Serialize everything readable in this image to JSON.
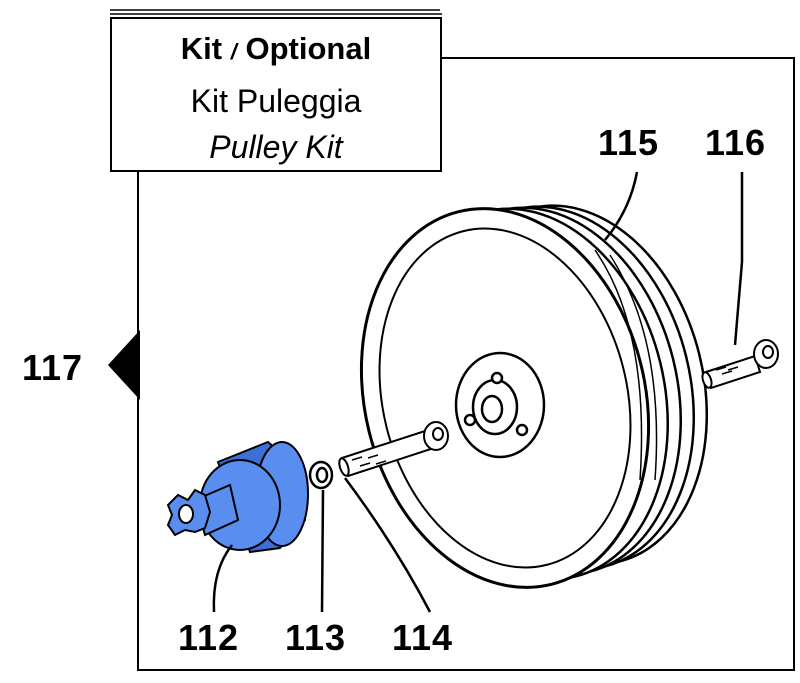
{
  "title": {
    "kit": "Kit",
    "separator": "/",
    "optional": "Optional",
    "italian": "Kit Puleggia",
    "english": "Pulley Kit"
  },
  "parts": {
    "p112": "112",
    "p113": "113",
    "p114": "114",
    "p115": "115",
    "p116": "116",
    "p117": "117"
  },
  "colors": {
    "highlight": "#5a8df0",
    "highlight_dark": "#3d6fd8",
    "line": "#000000"
  }
}
